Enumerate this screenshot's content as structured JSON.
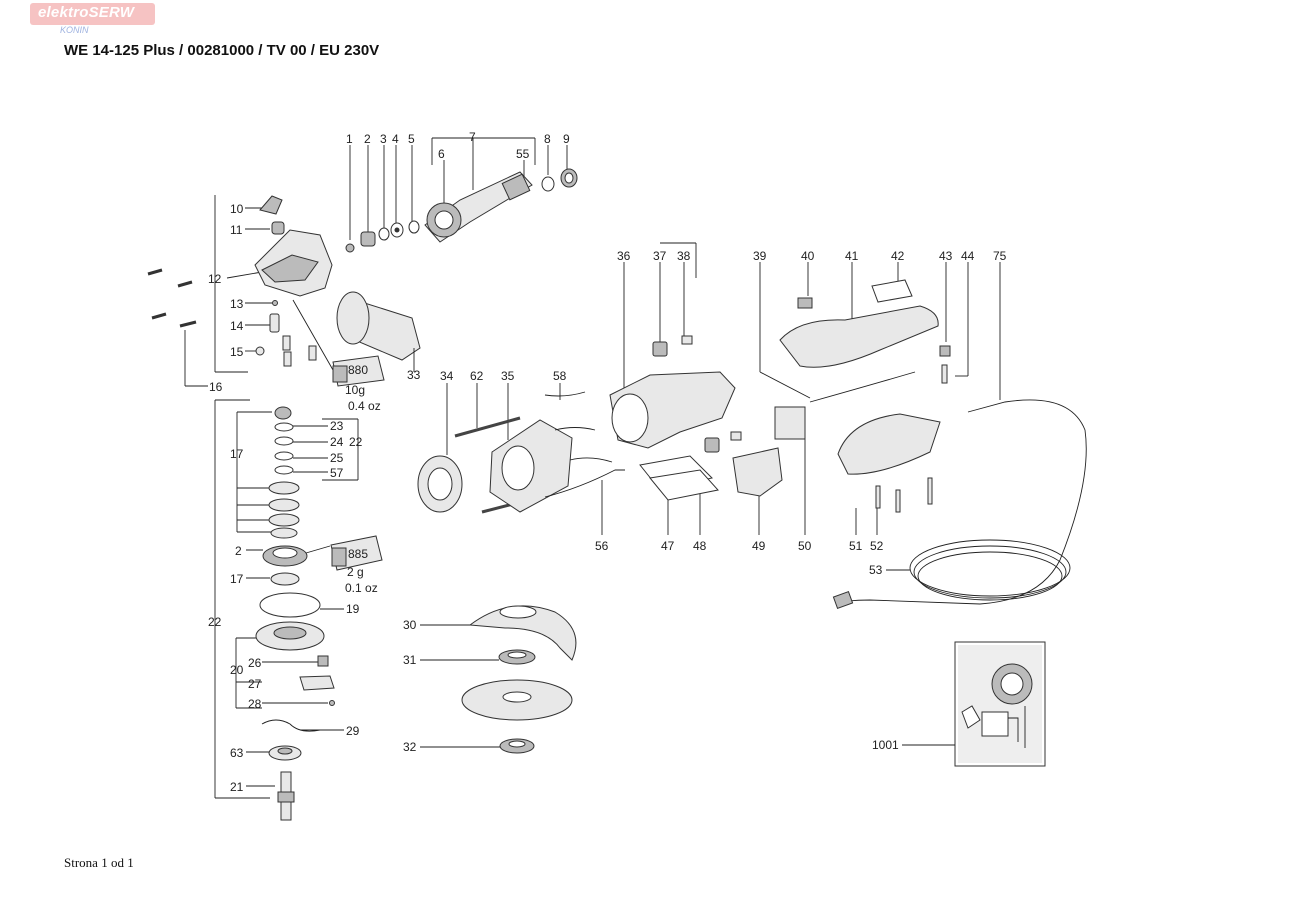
{
  "header": {
    "logo_text": "elektroSERW",
    "logo_sub": "KONIN",
    "title": "WE 14-125 Plus / 00281000 / TV 00 / EU 230V"
  },
  "footer": {
    "page_label": "Strona 1 od 1"
  },
  "tubes": {
    "grease_880": {
      "code": "880",
      "weight": "10g",
      "weight_oz": "0.4 oz"
    },
    "grease_885": {
      "code": "885",
      "weight": "2 g",
      "weight_oz": "0.1 oz"
    }
  },
  "labels": {
    "p1": "1",
    "p2": "2",
    "p3": "3",
    "p4": "4",
    "p5": "5",
    "p6": "6",
    "p7": "7",
    "p8": "8",
    "p9": "9",
    "p10": "10",
    "p11": "11",
    "p12": "12",
    "p13": "13",
    "p14": "14",
    "p15": "15",
    "p16": "16",
    "p17": "17",
    "p19": "19",
    "p20": "20",
    "p21": "21",
    "p22": "22",
    "p23": "23",
    "p24": "24",
    "p25": "25",
    "p26": "26",
    "p27": "27",
    "p28": "28",
    "p29": "29",
    "p30": "30",
    "p31": "31",
    "p32": "32",
    "p33": "33",
    "p34": "34",
    "p35": "35",
    "p36": "36",
    "p37": "37",
    "p38": "38",
    "p39": "39",
    "p40": "40",
    "p41": "41",
    "p42": "42",
    "p43": "43",
    "p44": "44",
    "p47": "47",
    "p48": "48",
    "p49": "49",
    "p50": "50",
    "p51": "51",
    "p52": "52",
    "p53": "53",
    "p55": "55",
    "p56": "56",
    "p57": "57",
    "p58": "58",
    "p62": "62",
    "p63": "63",
    "p75": "75",
    "p1001": "1001"
  }
}
